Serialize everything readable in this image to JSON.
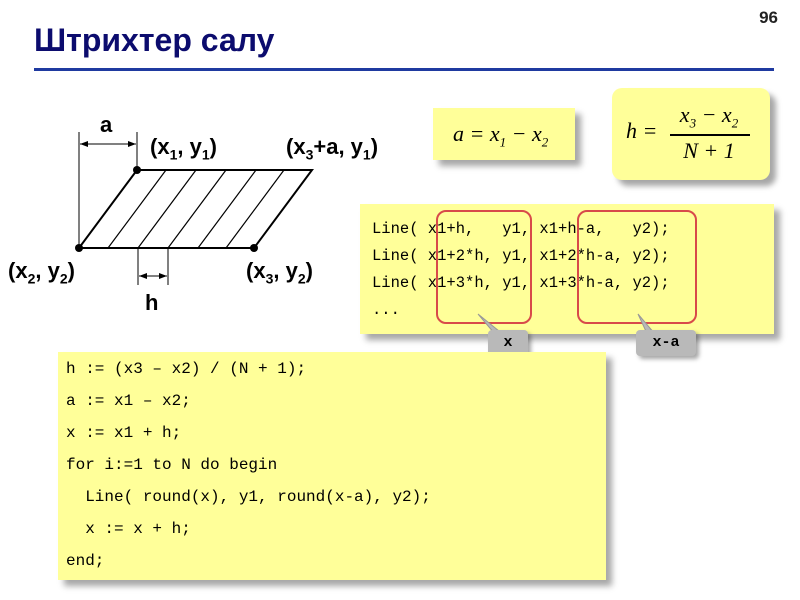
{
  "page_number": "96",
  "title": "Штрихтер салу",
  "figure": {
    "label_a": "a",
    "label_h": "h",
    "label_p1": {
      "base": "(x",
      "sub": "1",
      "mid": ", y",
      "sub2": "1",
      "end": ")"
    },
    "label_p2": {
      "base": "(x",
      "sub": "2",
      "mid": ", y",
      "sub2": "2",
      "end": ")"
    },
    "label_p3": {
      "base": "(x",
      "sub": "3",
      "mid": ", y",
      "sub2": "2",
      "end": ")"
    },
    "label_p4": {
      "base": "(x",
      "sub": "3",
      "mid": "+a, y",
      "sub2": "1",
      "end": ")"
    }
  },
  "formula_a": {
    "lhs": "a = x",
    "s1": "1",
    "minus": " − x",
    "s2": "2"
  },
  "formula_h": {
    "lhs": "h =",
    "num_a": "x",
    "num_s1": "3",
    "num_minus": " − x",
    "num_s2": "2",
    "den": "N + 1"
  },
  "line_calls": [
    "Line( x1+h,   y1, x1+h-a,   y2);",
    "Line( x1+2*h, y1, x1+2*h-a, y2);",
    "Line( x1+3*h, y1, x1+3*h-a, y2);",
    "..."
  ],
  "callouts": {
    "left": "x",
    "right": "x-a"
  },
  "code": [
    "h := (x3 – x2) / (N + 1);",
    "a := x1 – x2;",
    "x := x1 + h;",
    "for i:=1 to N do begin",
    "  Line( round(x), y1, round(x-a), y2);",
    "  x := x + h;",
    "end;"
  ]
}
